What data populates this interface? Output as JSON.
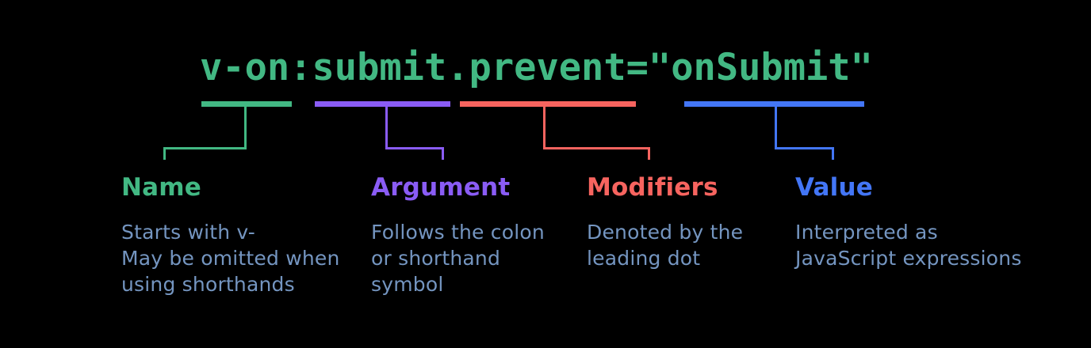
{
  "background": "#000000",
  "description_text_color": "#7495c0",
  "code": {
    "text": "v-on:submit.prevent=\"onSubmit\"",
    "color": "#42b883"
  },
  "groups": [
    {
      "id": "name",
      "label": "Name",
      "description": "Starts with v-\nMay be omitted when\nusing shorthands",
      "color": "#42b883"
    },
    {
      "id": "argument",
      "label": "Argument",
      "description": "Follows the colon\nor shorthand\nsymbol",
      "color": "#8a5cf5"
    },
    {
      "id": "modifiers",
      "label": "Modifiers",
      "description": "Denoted by the\nleading dot",
      "color": "#f7645f"
    },
    {
      "id": "value",
      "label": "Value",
      "description": "Interpreted as\nJavaScript expressions",
      "color": "#4376f6"
    }
  ]
}
